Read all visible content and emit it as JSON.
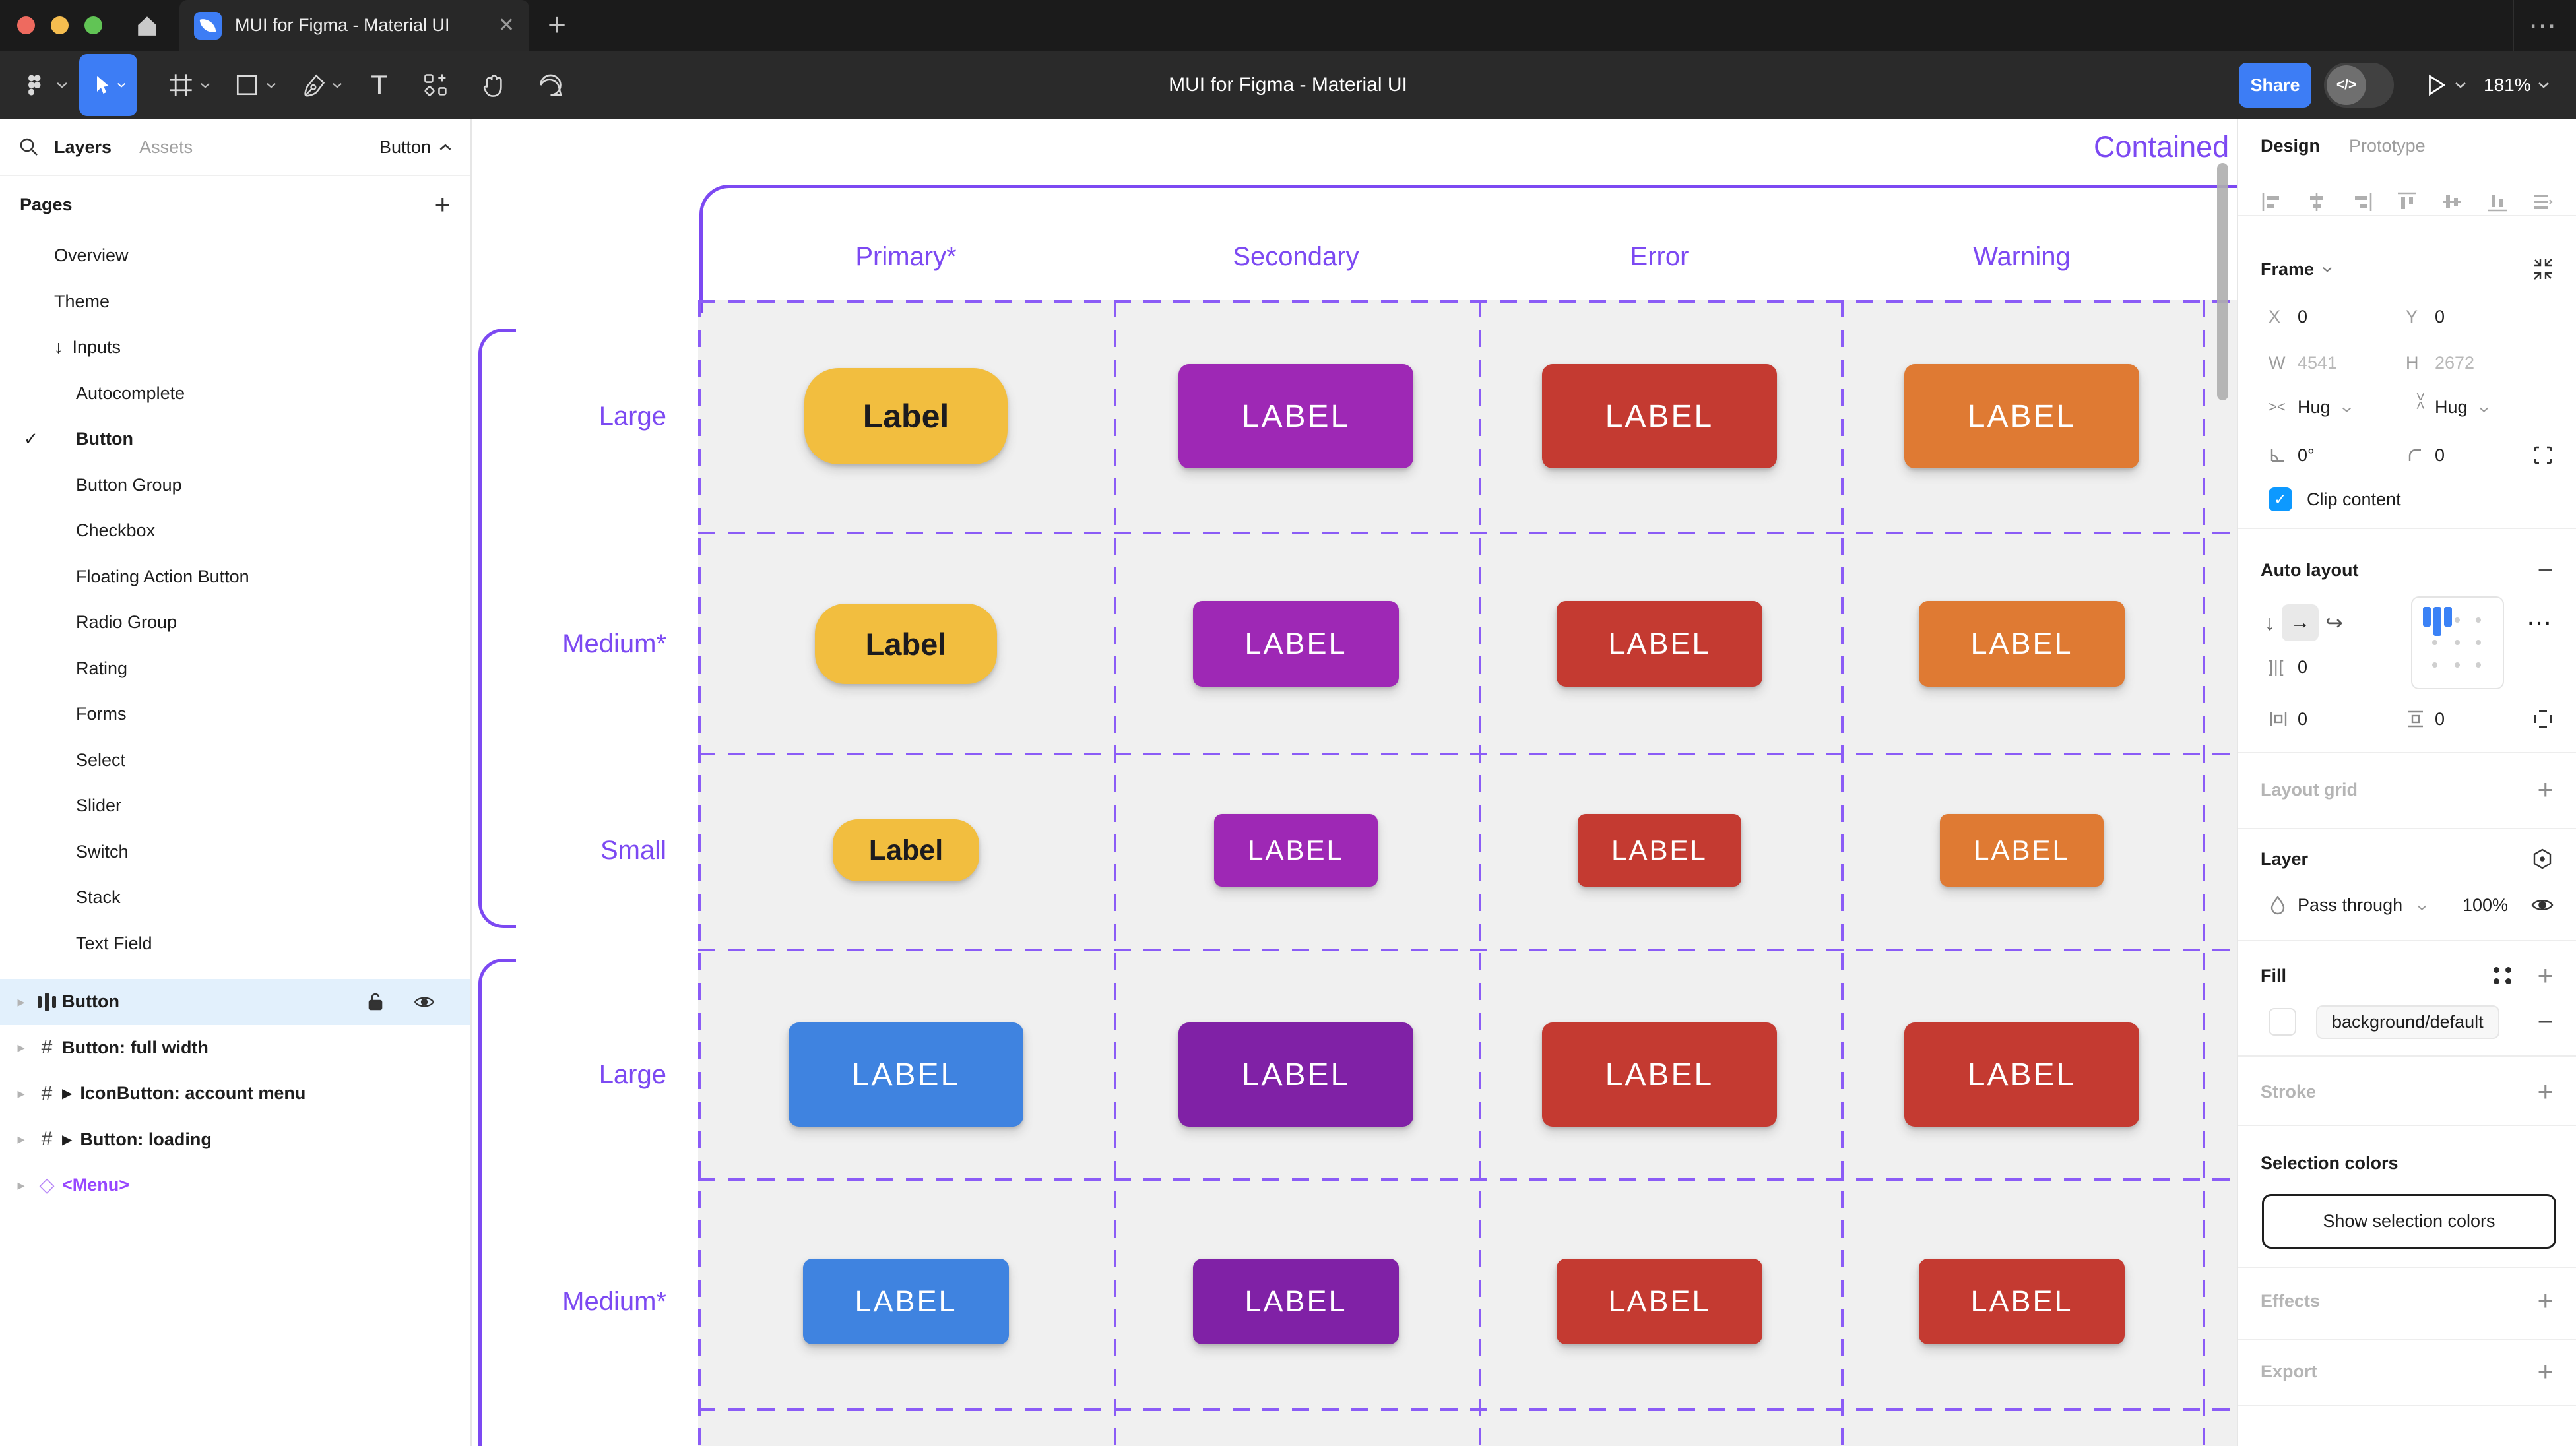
{
  "window": {
    "tab_title": "MUI for Figma - Material UI",
    "close_label": "✕",
    "new_tab_label": "+",
    "overflow_label": "⋯",
    "traffic_colors": [
      "#EE6A5F",
      "#F5BD4F",
      "#61C455"
    ]
  },
  "toolbar": {
    "doc_title": "MUI for Figma - Material UI",
    "share_label": "Share",
    "dev_toggle_label": "</>",
    "zoom_level": "181%",
    "accent_color": "#3D7DF5"
  },
  "sidebar": {
    "tabs": {
      "layers": "Layers",
      "assets": "Assets"
    },
    "page_selector": "Button",
    "pages_header": "Pages",
    "add_label": "+",
    "pages": [
      {
        "label": "Overview",
        "level": 1
      },
      {
        "label": "Theme",
        "level": 1
      },
      {
        "label": "Inputs",
        "level": 1,
        "arrow": "↓"
      },
      {
        "label": "Autocomplete",
        "level": 2
      },
      {
        "label": "Button",
        "level": 2,
        "checked": true,
        "bold": true
      },
      {
        "label": "Button Group",
        "level": 2
      },
      {
        "label": "Checkbox",
        "level": 2
      },
      {
        "label": "Floating Action Button",
        "level": 2
      },
      {
        "label": "Radio Group",
        "level": 2
      },
      {
        "label": "Rating",
        "level": 2
      },
      {
        "label": "Forms",
        "level": 2
      },
      {
        "label": "Select",
        "level": 2
      },
      {
        "label": "Slider",
        "level": 2
      },
      {
        "label": "Switch",
        "level": 2
      },
      {
        "label": "Stack",
        "level": 2
      },
      {
        "label": "Text Field",
        "level": 2
      }
    ],
    "layers": [
      {
        "label": "Button",
        "icon": "autolayout-icon",
        "selected": true
      },
      {
        "label": "Button: full width",
        "icon": "frame-icon"
      },
      {
        "label": "IconButton: account menu",
        "icon": "frame-icon",
        "component_marker": "▶"
      },
      {
        "label": "Button: loading",
        "icon": "frame-icon",
        "component_marker": "▶"
      },
      {
        "label": "<Menu>",
        "icon": "diamond-icon",
        "purple": true
      }
    ]
  },
  "canvas": {
    "section_label": "Contained",
    "annotation_color": "#7C49F2",
    "dash_color": "#8B5CF6",
    "column_headers": [
      "Primary*",
      "Secondary",
      "Error",
      "Warning"
    ],
    "rows": [
      {
        "label": "Large",
        "size": "large",
        "cells": [
          {
            "color": "#F2BE3F",
            "text": "Label",
            "text_color": "#1C1B1F",
            "round": true
          },
          {
            "color": "#9E28B5",
            "text": "LABEL"
          },
          {
            "color": "#C43A31",
            "text": "LABEL"
          },
          {
            "color": "#DF7A33",
            "text": "LABEL"
          }
        ]
      },
      {
        "label": "Medium*",
        "size": "medium",
        "cells": [
          {
            "color": "#F2BE3F",
            "text": "Label",
            "text_color": "#1C1B1F",
            "round": true
          },
          {
            "color": "#9E28B5",
            "text": "LABEL"
          },
          {
            "color": "#C43A31",
            "text": "LABEL"
          },
          {
            "color": "#DF7A33",
            "text": "LABEL"
          }
        ]
      },
      {
        "label": "Small",
        "size": "small",
        "cells": [
          {
            "color": "#F2BE3F",
            "text": "Label",
            "text_color": "#1C1B1F",
            "round": true
          },
          {
            "color": "#9E28B5",
            "text": "LABEL"
          },
          {
            "color": "#C43A31",
            "text": "LABEL"
          },
          {
            "color": "#DF7A33",
            "text": "LABEL"
          }
        ]
      },
      {
        "label": "Large",
        "size": "large",
        "cells": [
          {
            "color": "#3F83E0",
            "text": "LABEL"
          },
          {
            "color": "#8021A6",
            "text": "LABEL"
          },
          {
            "color": "#C43A31",
            "text": "LABEL"
          },
          {
            "color": "#C43A31",
            "text": "LABEL"
          }
        ]
      },
      {
        "label": "Medium*",
        "size": "medium",
        "cells": [
          {
            "color": "#3F83E0",
            "text": "LABEL"
          },
          {
            "color": "#8021A6",
            "text": "LABEL"
          },
          {
            "color": "#C43A31",
            "text": "LABEL"
          },
          {
            "color": "#C43A31",
            "text": "LABEL"
          }
        ]
      }
    ]
  },
  "panel": {
    "tabs": {
      "design": "Design",
      "prototype": "Prototype"
    },
    "align_icons": [
      "align-left-icon",
      "align-h-center-icon",
      "align-right-icon",
      "align-top-icon",
      "align-v-center-icon",
      "align-bottom-icon",
      "distribute-icon"
    ],
    "frame": {
      "title": "Frame",
      "x_label": "X",
      "x": "0",
      "y_label": "Y",
      "y": "0",
      "w_label": "W",
      "w": "4541",
      "h_label": "H",
      "h": "2672",
      "h_resize": "Hug",
      "v_resize": "Hug",
      "rotation": "0°",
      "corner_radius": "0",
      "clip_label": "Clip content"
    },
    "auto_layout": {
      "title": "Auto layout",
      "gap": "0",
      "padding_h": "0",
      "padding_v": "0",
      "gap_icon": "]|["
    },
    "layout_grid": {
      "title": "Layout grid"
    },
    "layer": {
      "title": "Layer",
      "blend_mode": "Pass through",
      "opacity": "100%"
    },
    "fill": {
      "title": "Fill",
      "token": "background/default"
    },
    "stroke": {
      "title": "Stroke"
    },
    "selection_colors": {
      "title": "Selection colors",
      "button_label": "Show selection colors"
    },
    "effects": {
      "title": "Effects"
    },
    "export": {
      "title": "Export"
    },
    "checkbox_color": "#0D99FF"
  }
}
